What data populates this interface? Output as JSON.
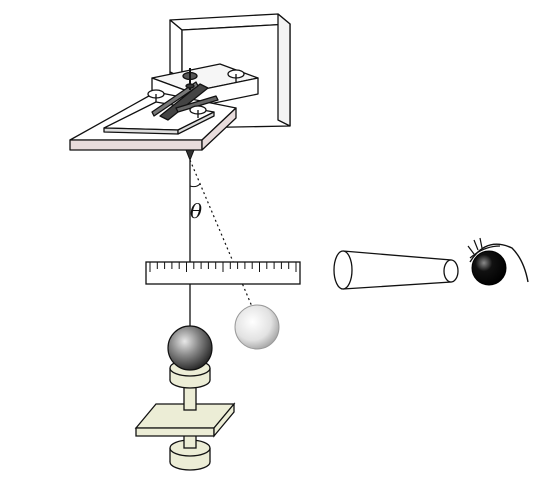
{
  "diagram": {
    "angle_label": "θ",
    "parts": {
      "suspension_frame": "suspension-frame",
      "pendulum_string": "pendulum-string",
      "deflected_string": "deflected-string",
      "scale_ruler": "scale-ruler",
      "hanging_ball": "hanging-ball",
      "displaced_ball": "displaced-ball",
      "ball_stand": "ball-stand",
      "telescope": "telescope",
      "observer_eye": "observer-eye"
    },
    "colors": {
      "frame_fill": "#ffffff",
      "plate_fill": "#e8dcdc",
      "stand_fill": "#ecedd6",
      "stroke": "#111111"
    }
  }
}
